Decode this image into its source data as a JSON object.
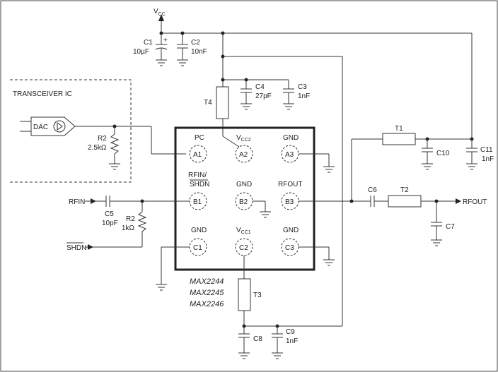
{
  "labels": {
    "vcc_main": "V",
    "vcc_main_sub": "CC",
    "transceiver": "TRANSCEIVER IC",
    "dac": "DAC",
    "rfin": "RFIN",
    "shdn": "SHDN",
    "rfout": "RFOUT",
    "c1": "C1",
    "c1_val": "10µF",
    "c1_plus": "+",
    "c2": "C2",
    "c2_val": "10nF",
    "c3": "C3",
    "c3_val": "1nF",
    "c4": "C4",
    "c4_val": "27pF",
    "c5": "C5",
    "c5_val": "10pF",
    "c6": "C6",
    "c7": "C7",
    "c8": "C8",
    "c9": "C9",
    "c9_val": "1nF",
    "c10": "C10",
    "c11": "C11",
    "c11_val": "1nF",
    "r2_dac": "R2",
    "r2_dac_val": "2.5kΩ",
    "r2_shdn": "R2",
    "r2_shdn_val": "1kΩ",
    "t1": "T1",
    "t2": "T2",
    "t3": "T3",
    "t4": "T4",
    "pin_a1_name": "PC",
    "pin_a1": "A1",
    "pin_a2_name": "V",
    "pin_a2_sub": "CC2",
    "pin_a2": "A2",
    "pin_a3_name": "GND",
    "pin_a3": "A3",
    "pin_b1_name1": "RFIN/",
    "pin_b1_name2": "SHDN",
    "pin_b1": "B1",
    "pin_b2_name": "GND",
    "pin_b2": "B2",
    "pin_b3_name": "RFOUT",
    "pin_b3": "B3",
    "pin_c1_name": "GND",
    "pin_c1": "C1",
    "pin_c2_name": "V",
    "pin_c2_sub": "CC1",
    "pin_c2": "C2",
    "pin_c3_name": "GND",
    "pin_c3": "C3",
    "part1": "MAX2244",
    "part2": "MAX2245",
    "part3": "MAX2246"
  }
}
